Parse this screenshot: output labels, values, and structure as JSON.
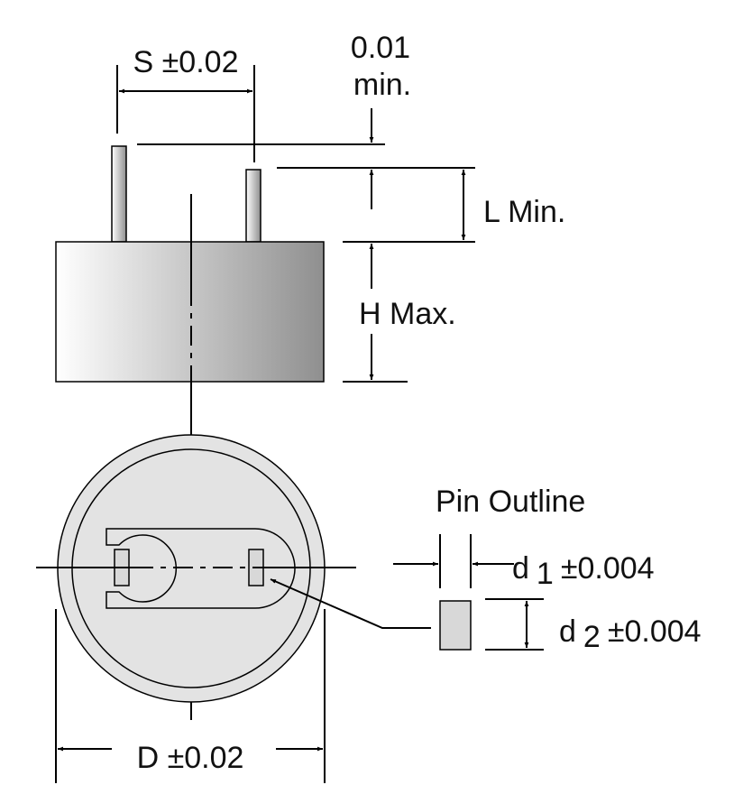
{
  "labels": {
    "spacing": "S ±0.02",
    "lead_gap_value": "0.01",
    "lead_gap_unit": "min.",
    "lead_length": "L Min.",
    "height": "H Max.",
    "pin_outline": "Pin Outline",
    "d1_sym": "d",
    "d1_sub": "1",
    "d1_tol": "±0.004",
    "d2_sym": "d",
    "d2_sub": "2",
    "d2_tol": "±0.004",
    "diameter": "D ±0.02"
  },
  "colors": {
    "line": "#000000",
    "body_dark": "#8f8f8f",
    "body_light": "#ffffff",
    "disc_fill": "#e3e3e3",
    "pin_fill": "#d8d8d8"
  }
}
